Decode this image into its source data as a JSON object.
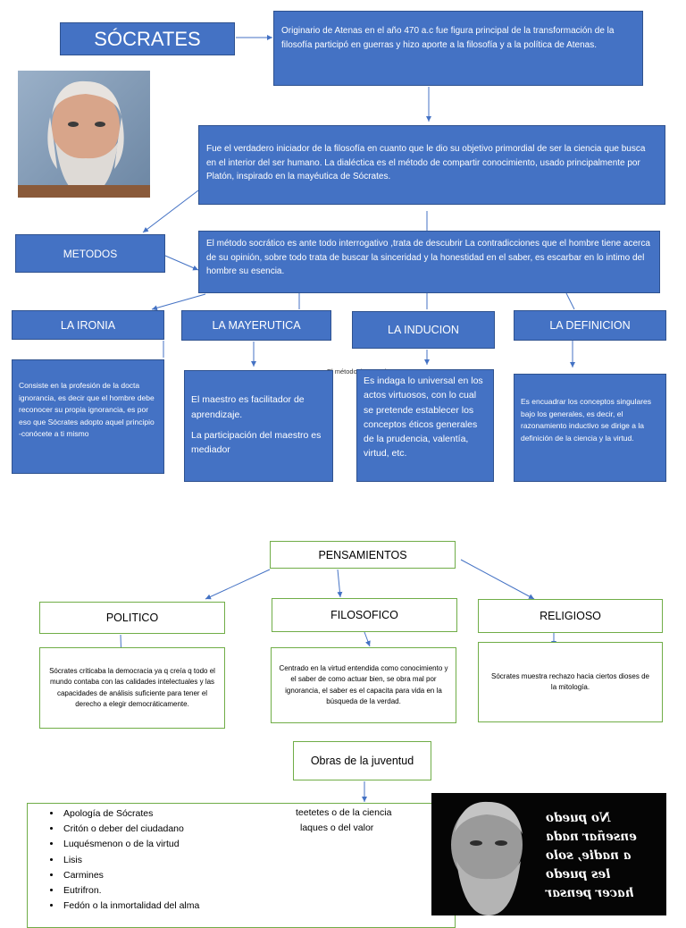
{
  "title": "SÓCRATES",
  "origin_text": "Originario de Atenas en el año 470 a.c fue figura principal de la transformación de la filosofía participó en guerras y hizo aporte a la filosofía y a la política de Atenas.",
  "initiator_text": "Fue el verdadero iniciador de la filosofía en cuanto que le dio su objetivo primordial de ser la ciencia que busca en el interior del ser humano. La dialéctica es el método de compartir conocimiento, usado principalmente por Platón, inspirado en la mayéutica de Sócrates.",
  "methods_label": "METODOS",
  "method_text": "El método socrático es ante todo interrogativo ,trata  de descubrir La contradicciones que el hombre tiene acerca de su opinión, sobre todo trata de buscar la sinceridad y la honestidad en el saber, es escarbar en lo intimo del hombre su esencia.",
  "overlap_fragment": "El método tiene varias",
  "methods": [
    {
      "label": "LA IRONIA",
      "text": "Consiste en la profesión de la docta ignorancia, es decir que el hombre debe reconocer su propia ignorancia, es por eso que Sócrates adopto aquel principio -conócete a ti mismo"
    },
    {
      "label": "LA MAYERUTICA",
      "text_1": "El maestro es facilitador de aprendizaje.",
      "text_2": "La participación del maestro es mediador"
    },
    {
      "label": "LA INDUCION",
      "text": "Es indaga lo universal en los actos virtuosos, con lo cual se pretende establecer los conceptos éticos generales de la prudencia, valentía, virtud, etc."
    },
    {
      "label": "LA DEFINICION",
      "text": "Es encuadrar los conceptos singulares bajo los generales, es decir, el razonamiento inductivo se dirige a la definición de la ciencia y la virtud."
    }
  ],
  "thoughts_label": "PENSAMIENTOS",
  "thoughts": [
    {
      "label": "POLITICO",
      "text": "Sócrates criticaba la democracia ya q creía q todo el mundo contaba con las calidades intelectuales y las capacidades de análisis suficiente para tener el derecho a elegir democráticamente."
    },
    {
      "label": "FILOSOFICO",
      "text": "Centrado en la virtud entendida como conocimiento y el saber de como actuar bien, se obra mal por ignorancia, el saber es el capacita para vida en la búsqueda de la verdad."
    },
    {
      "label": "RELIGIOSO",
      "text": "Sócrates muestra rechazo hacia ciertos dioses de la mitología."
    }
  ],
  "works_label": "Obras de la juventud",
  "works": [
    "Apología de Sócrates",
    "Critón o deber del ciudadano",
    "Luquésmenon o de la virtud",
    "Lisis",
    "Carmines",
    "Eutrifron.",
    "Fedón o la inmortalidad del alma"
  ],
  "works_extra": [
    "teetetes o de la ciencia",
    "laques o del valor"
  ],
  "quote_lines": [
    "No puedo",
    "enseñar nada",
    "a nadie, solo",
    "les puedo",
    "hacer pensar"
  ],
  "colors": {
    "box_blue": "#4472c4",
    "box_green_border": "#70ad47",
    "arrow": "#4472c4"
  }
}
